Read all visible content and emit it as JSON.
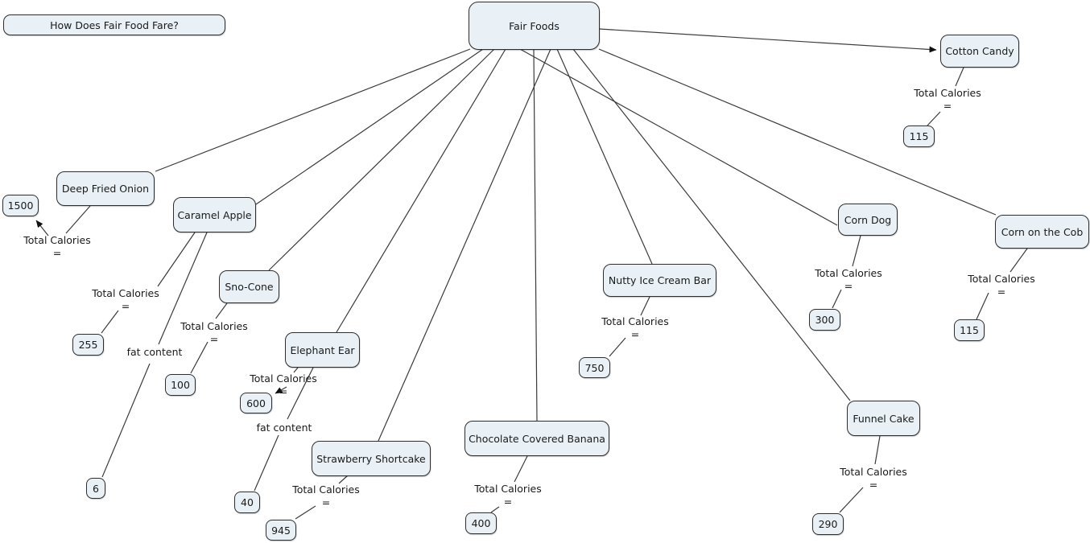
{
  "title": "How Does Fair Food Fare?",
  "root": {
    "label": "Fair Foods"
  },
  "relation_label": "Total Calories",
  "equals_sign": "=",
  "fat_relation_label": "fat content",
  "foods": {
    "cotton_candy": {
      "label": "Cotton Candy",
      "total_calories": "115"
    },
    "deep_fried_onion": {
      "label": "Deep Fried Onion",
      "total_calories": "1500"
    },
    "caramel_apple": {
      "label": "Caramel Apple",
      "total_calories": "255",
      "fat_content": "6"
    },
    "sno_cone": {
      "label": "Sno-Cone",
      "total_calories": "100"
    },
    "elephant_ear": {
      "label": "Elephant Ear",
      "total_calories": "600",
      "fat_content": "40"
    },
    "strawberry_shortcake": {
      "label": "Strawberry Shortcake",
      "total_calories": "945"
    },
    "chocolate_covered_banana": {
      "label": "Chocolate Covered Banana",
      "total_calories": "400"
    },
    "nutty_ice_cream_bar": {
      "label": "Nutty Ice Cream Bar",
      "total_calories": "750"
    },
    "corn_dog": {
      "label": "Corn Dog",
      "total_calories": "300"
    },
    "corn_on_the_cob": {
      "label": "Corn on the Cob",
      "total_calories": "115"
    },
    "funnel_cake": {
      "label": "Funnel Cake",
      "total_calories": "290"
    }
  },
  "colors": {
    "node-fill": "#e9f1f6",
    "node-border": "#2e2e2e",
    "link-line": "#3b3b3b",
    "text": "#1a1a1a",
    "background": "#ffffff"
  }
}
